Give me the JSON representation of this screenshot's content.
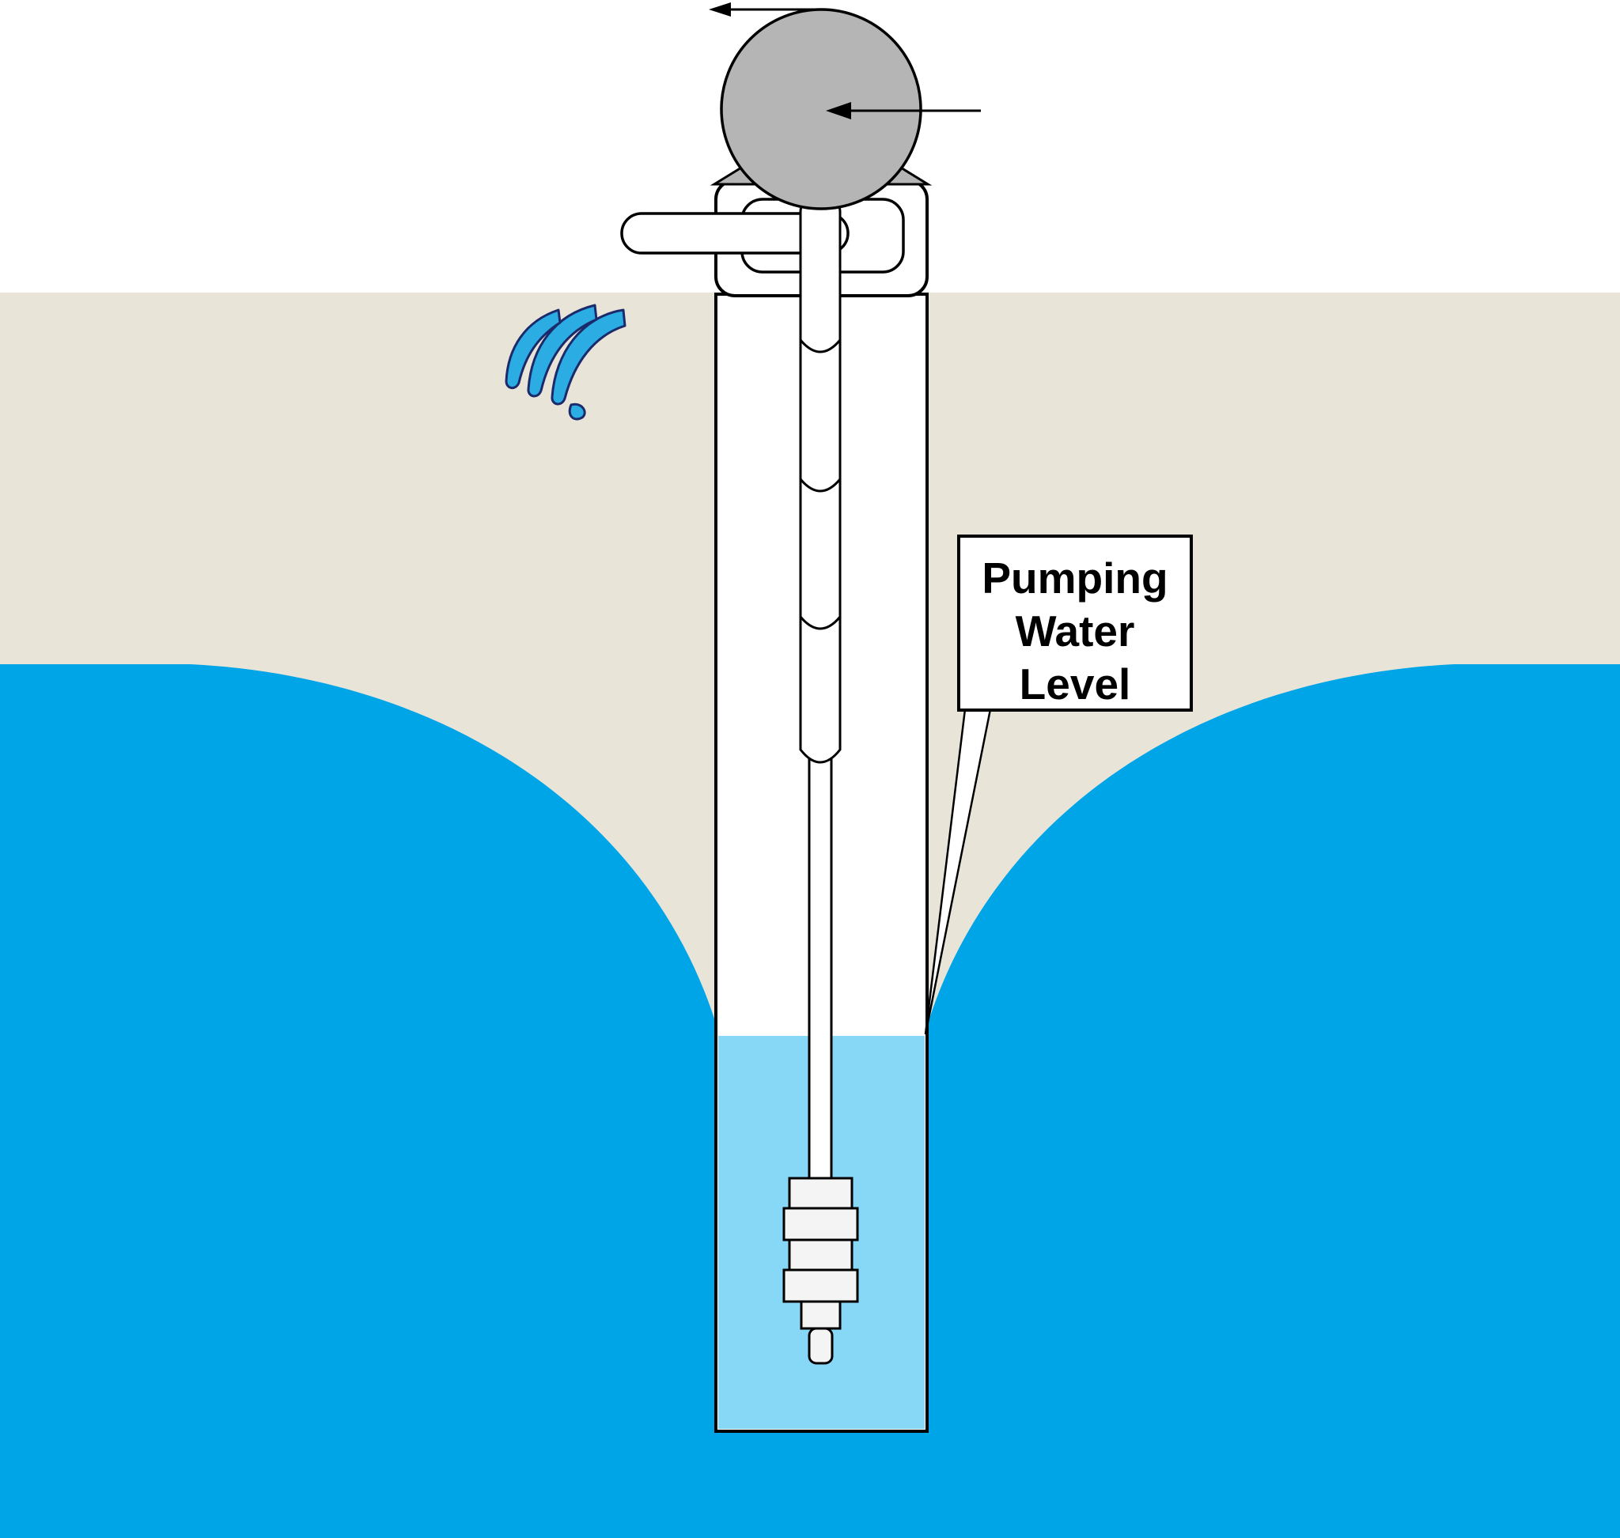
{
  "label": {
    "lines": [
      "Pumping",
      "Water",
      "Level"
    ]
  },
  "icons": {
    "rotation_arrow": "left-arrow",
    "drive_arrow": "left-arrow",
    "water_splash": "splash"
  },
  "colors": {
    "background": "#FFFFFF",
    "ground": "#E8E4D8",
    "groundwater": "#00A5E8",
    "well_water": "#87D7F7",
    "machine_gray": "#B5B5B5",
    "pump_body": "#F4F4F4",
    "splash_fill": "#2BACE2",
    "splash_outline": "#1B2A6B",
    "outline": "#000000"
  }
}
